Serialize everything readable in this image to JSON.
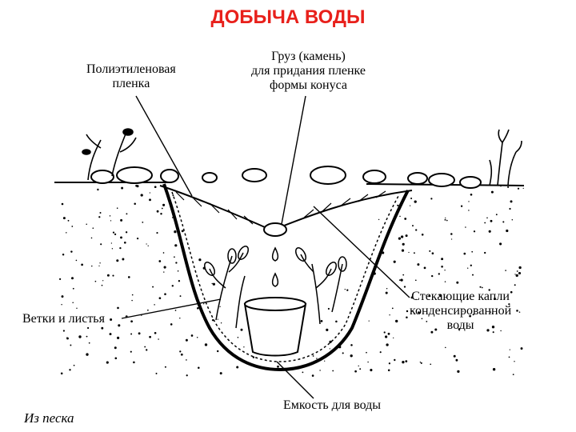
{
  "title": {
    "text": "ДОБЫЧА ВОДЫ",
    "color": "#e8201b"
  },
  "labels": {
    "film": [
      "Полиэтиленовая",
      "пленка"
    ],
    "weight": [
      "Груз (камень)",
      "для придания пленке",
      "формы конуса"
    ],
    "drops": [
      "Стекающие капли",
      "конденсированной",
      "воды"
    ],
    "branches": [
      "Ветки и листья"
    ],
    "container": [
      "Емкость для воды"
    ],
    "sand": [
      "Из песка"
    ]
  }
}
